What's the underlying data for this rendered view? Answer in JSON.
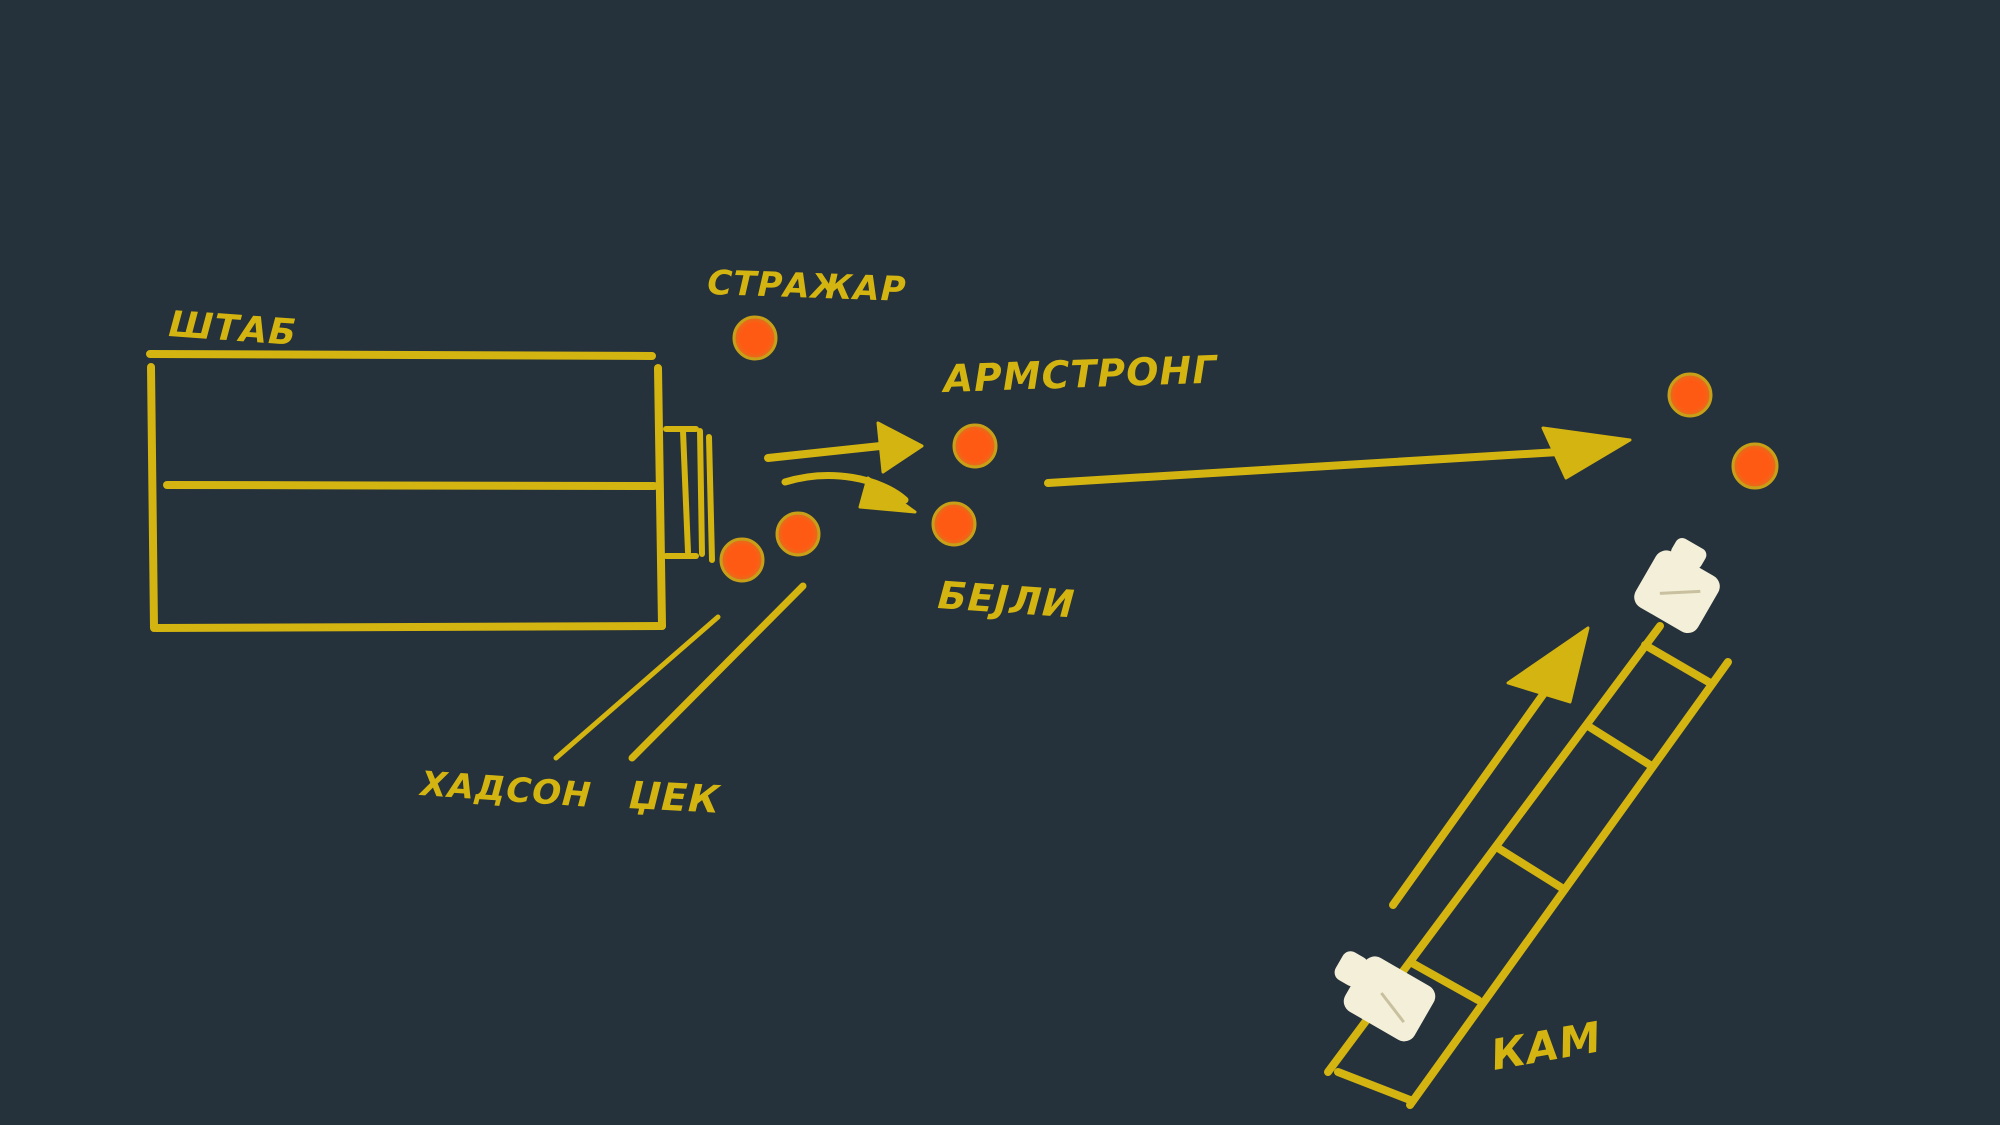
{
  "colors": {
    "background": "#25313b",
    "ink": "#d3b410",
    "person": "#ff5a14",
    "person_ring": "#c8a018",
    "camera": "#f4efd8"
  },
  "labels": {
    "hq": "ШТАБ",
    "guard": "СТРАЖАР",
    "armstrong": "АРМСТРОНГ",
    "bailey": "БЕЈЛИ",
    "hudson": "ХАДСОН",
    "jack": "ЏЕК",
    "cam": "КАМ"
  }
}
